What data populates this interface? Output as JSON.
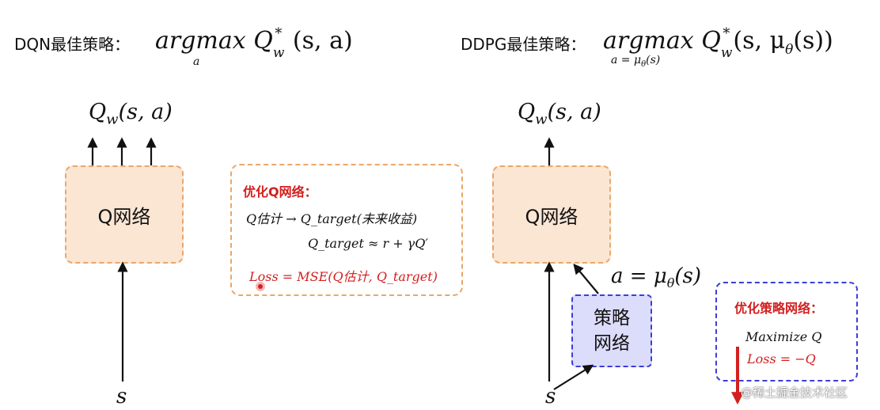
{
  "left": {
    "title": "DQN最佳策略：",
    "formula": "argmax Q",
    "formula_sup": "*",
    "formula_w": "w",
    "formula_args": " (s, a)",
    "formula_sub": "a",
    "output_label": "Q",
    "output_label_sub": "w",
    "output_label_args": "(s, a)",
    "box_label": "Q网络",
    "input_label": "s"
  },
  "note1": {
    "title": "优化Q网络：",
    "line1": "Q估计 → Q_target(未来收益)",
    "line2": "Q_target ≈ r + γQ′",
    "line3": "Loss = MSE(Q估计, Q_target)"
  },
  "right": {
    "title": "DDPG最佳策略：",
    "formula": "argmax Q",
    "formula_sup": "*",
    "formula_w": "w",
    "formula_args": "(s, μ",
    "formula_theta": "θ",
    "formula_end": "(s))",
    "formula_sub": "a = μ",
    "formula_sub_theta": "θ",
    "formula_sub_end": "(s)",
    "output_label": "Q",
    "output_label_sub": "w",
    "output_label_args": "(s, a)",
    "box_label": "Q网络",
    "action_label": "a = μ",
    "action_theta": "θ",
    "action_end": "(s)",
    "policy_line1": "策略",
    "policy_line2": "网络",
    "input_label": "s"
  },
  "note2": {
    "title": "优化策略网络：",
    "line1": "Maximize Q",
    "line2": "Loss = −Q"
  },
  "watermark": "@稀土掘金技术社区",
  "colors": {
    "q_box_fill": "#fbe6d4",
    "q_box_border": "#e9a76a",
    "policy_box_fill": "#dcdcfb",
    "policy_box_border": "#3b3fd6",
    "accent_red": "#d31f1f"
  }
}
